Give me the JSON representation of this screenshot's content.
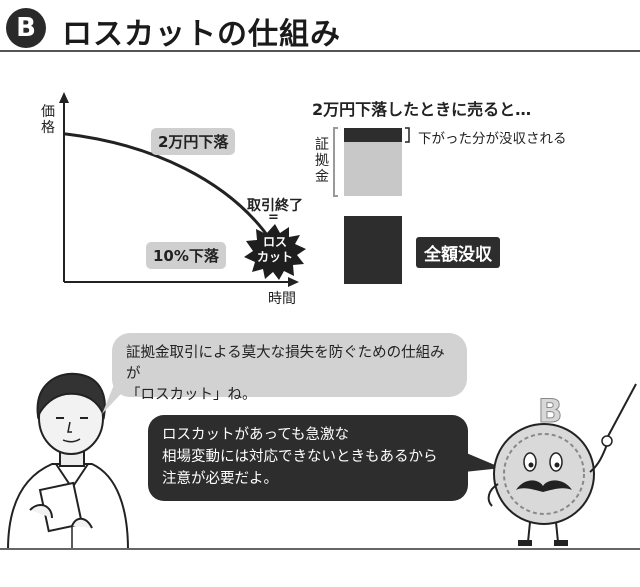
{
  "header": {
    "logo_glyph": "B",
    "title": "ロスカットの仕組み"
  },
  "left_chart": {
    "y_axis_label": "価格",
    "x_axis_label": "時間",
    "drop_label": "2万円下落",
    "ten_percent_label": "10%下落",
    "settlement_label": "取引終了",
    "equals_mark": "=",
    "burst_label_line1": "ロス",
    "burst_label_line2": "カット"
  },
  "right_panel": {
    "heading": "2万円下落したときに売ると…",
    "margin_label": "証拠金",
    "loss_label": "下がった分が没収される",
    "total_loss_label": "全額没収"
  },
  "dialogue": {
    "person_line1": "証拠金取引による莫大な損失を防ぐための仕組みが",
    "person_line2": "「ロスカット」ね。",
    "coin_line1": "ロスカットがあっても急激な",
    "coin_line2": "相場変動には対応できないときもあるから",
    "coin_line3": "注意が必要だよ。"
  },
  "colors": {
    "dark": "#2d2d2d",
    "light_gray": "#cfcfcf",
    "mid_gray": "#9a9a9a"
  }
}
